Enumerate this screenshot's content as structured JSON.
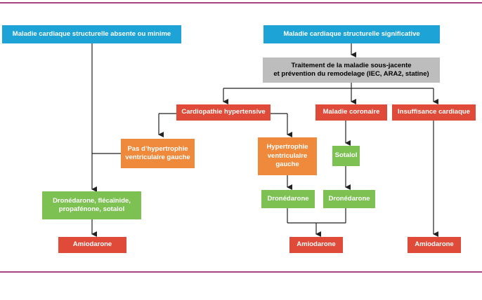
{
  "left": {
    "header": "Maladie cardiaque structurelle absente ou minime",
    "branch_label": "Pas d’hypertrophie\nventriculaire gauche",
    "drugs": "Dronédarone, flécaïnide,\npropafénone, sotalol",
    "final": "Amiodarone"
  },
  "right": {
    "header": "Maladie cardiaque structurelle significative",
    "treatment": "Traitement de la maladie sous-jacente\net prévention du remodelage (IEC, ARA2, statine)",
    "hypertensive": {
      "label": "Cardiopathie hypertensive",
      "hypertrophy": "Hypertrophie\nventriculaire\ngauche",
      "drug": "Dronédarone"
    },
    "coronary": {
      "label": "Maladie coronaire",
      "sotalol": "Sotalol",
      "drug": "Dronédarone"
    },
    "heart_failure": {
      "label": "Insuffisance cardiaque"
    },
    "final_middle": "Amiodarone",
    "final_right": "Amiodarone"
  },
  "colors": {
    "rule": "#a6427f",
    "blue": "#1ea3d6",
    "gray": "#bdbdbd",
    "red": "#e04a38",
    "orange": "#ef8a3c",
    "green": "#7cc152",
    "line": "#222222"
  }
}
